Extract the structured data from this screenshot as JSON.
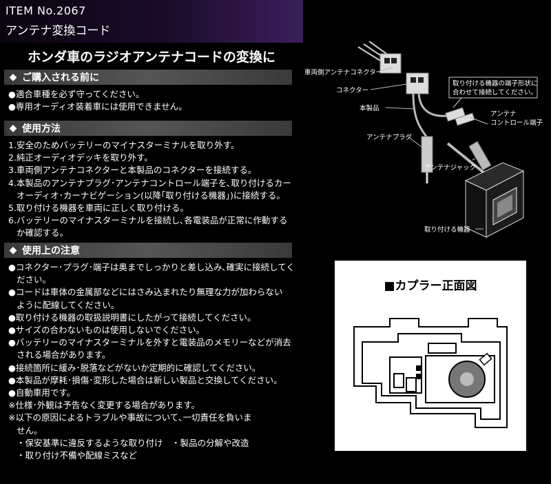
{
  "header": {
    "item_no": "ITEM No.2067",
    "product_name": "アンテナ変換コード"
  },
  "subtitle": "ホンダ車のラジオアンテナコードの変換に",
  "sections": {
    "before_purchase": {
      "title": "ご購入される前に",
      "lines": [
        "●適合車種を必ず守ってください。",
        "●専用オーディオ装着車には使用できません。"
      ]
    },
    "usage": {
      "title": "使用方法",
      "lines": [
        "1.安全のためバッテリーのマイナスターミナルを取り外す。",
        "2.純正オーディオデッキを取り外す。",
        "3.車両側アンテナコネクターと本製品のコネクターを接続する。",
        "4.本製品のアンテナプラグ･アンテナコントロール端子を､取り付けるカー",
        "オーディオ･カーナビゲーション(以降｢取り付ける機器｣)に接続する。",
        "5.取り付ける機器を車両に正しく取り付ける。",
        "6.バッテリーのマイナスターミナルを接続し､各電装品が正常に作動する",
        "か確認する。"
      ]
    },
    "cautions": {
      "title": "使用上の注意",
      "lines": [
        "●コネクター･プラグ･端子は奥までしっかりと差し込み､確実に接続してく",
        "ださい。",
        "●コードは車体の金属部などにはさみ込まれたり無理な力が加わらない",
        "ように配線してください。",
        "●取り付ける機器の取扱説明書にしたがって接続してください。",
        "●サイズの合わないものは使用しないでください。",
        "●バッテリーのマイナスターミナルを外すと電装品のメモリーなどが消去",
        "される場合があります。",
        "●接続箇所に緩み･脱落などがないか定期的に確認してください。",
        "●本製品が摩耗･損傷･変形した場合は新しい製品と交換してください。",
        "●自動車用です。",
        "※仕様･外観は予告なく変更する場合があります。",
        "※以下の原因によるトラブルや事故について､一切責任を負いま",
        "せん。",
        "・保安基準に違反するような取り付け　・製品の分解や改造",
        "・取り付け不備や配線ミスなど"
      ]
    }
  },
  "diagram": {
    "labels": {
      "vehicle_connector": "車両側アンテナコネクター",
      "connector": "コネクター",
      "this_product": "本製品",
      "antenna_plug": "アンテナプラグ",
      "antenna_jack": "アンテナジャック",
      "device": "取り付ける機器",
      "note_line1": "取り付ける機器の端子形状に",
      "note_line2": "合わせて接続してください。",
      "control_terminal_line1": "アンテナ",
      "control_terminal_line2": "コントロール端子"
    }
  },
  "coupler": {
    "title": "■カプラー正面図"
  }
}
